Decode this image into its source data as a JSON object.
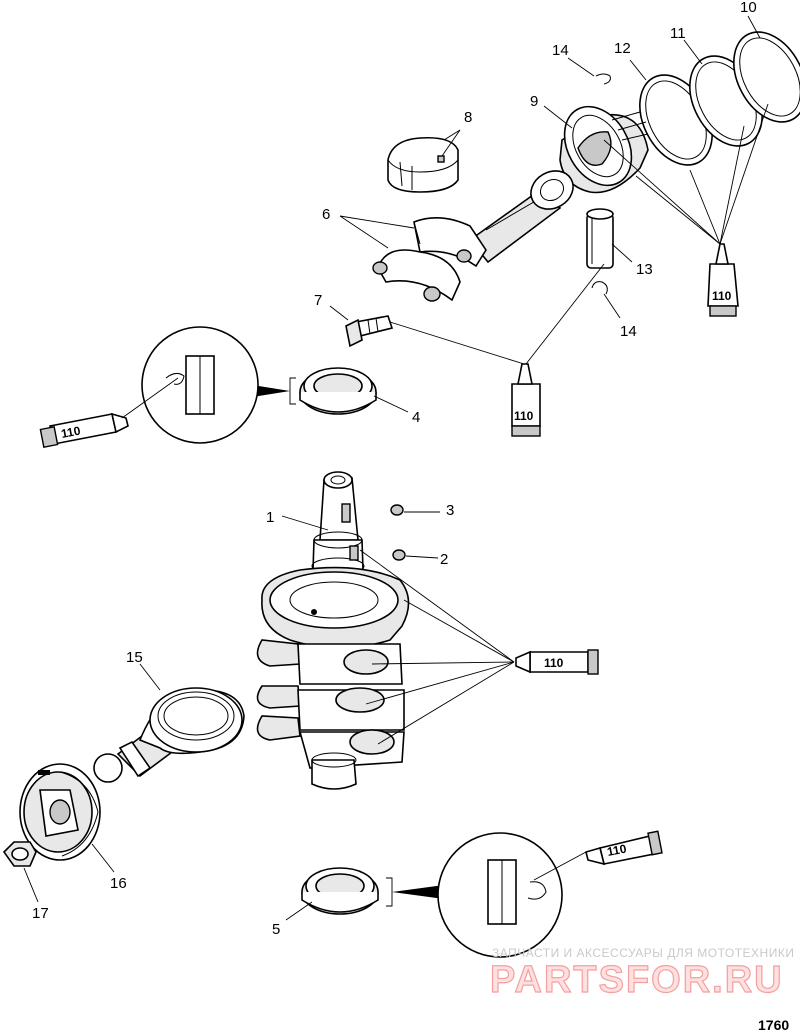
{
  "callouts": {
    "c1": "1",
    "c2": "2",
    "c3": "3",
    "c4": "4",
    "c5": "5",
    "c6": "6",
    "c7": "7",
    "c8": "8",
    "c9": "9",
    "c10": "10",
    "c11": "11",
    "c12": "12",
    "c13": "13",
    "c14a": "14",
    "c14b": "14",
    "c15": "15",
    "c16": "16",
    "c17": "17"
  },
  "lubricant_label": "110",
  "watermark": {
    "line1": "ЗАПЧАСТИ И АКСЕССУАРЫ ДЛЯ МОТОТЕХНИКИ",
    "line2": "PARTSFOR.RU"
  },
  "figure_number": "1760",
  "colors": {
    "ink": "#000000",
    "paper": "#ffffff",
    "shade": "#e8e8e8",
    "watermark_red": "#f2a0a0"
  }
}
